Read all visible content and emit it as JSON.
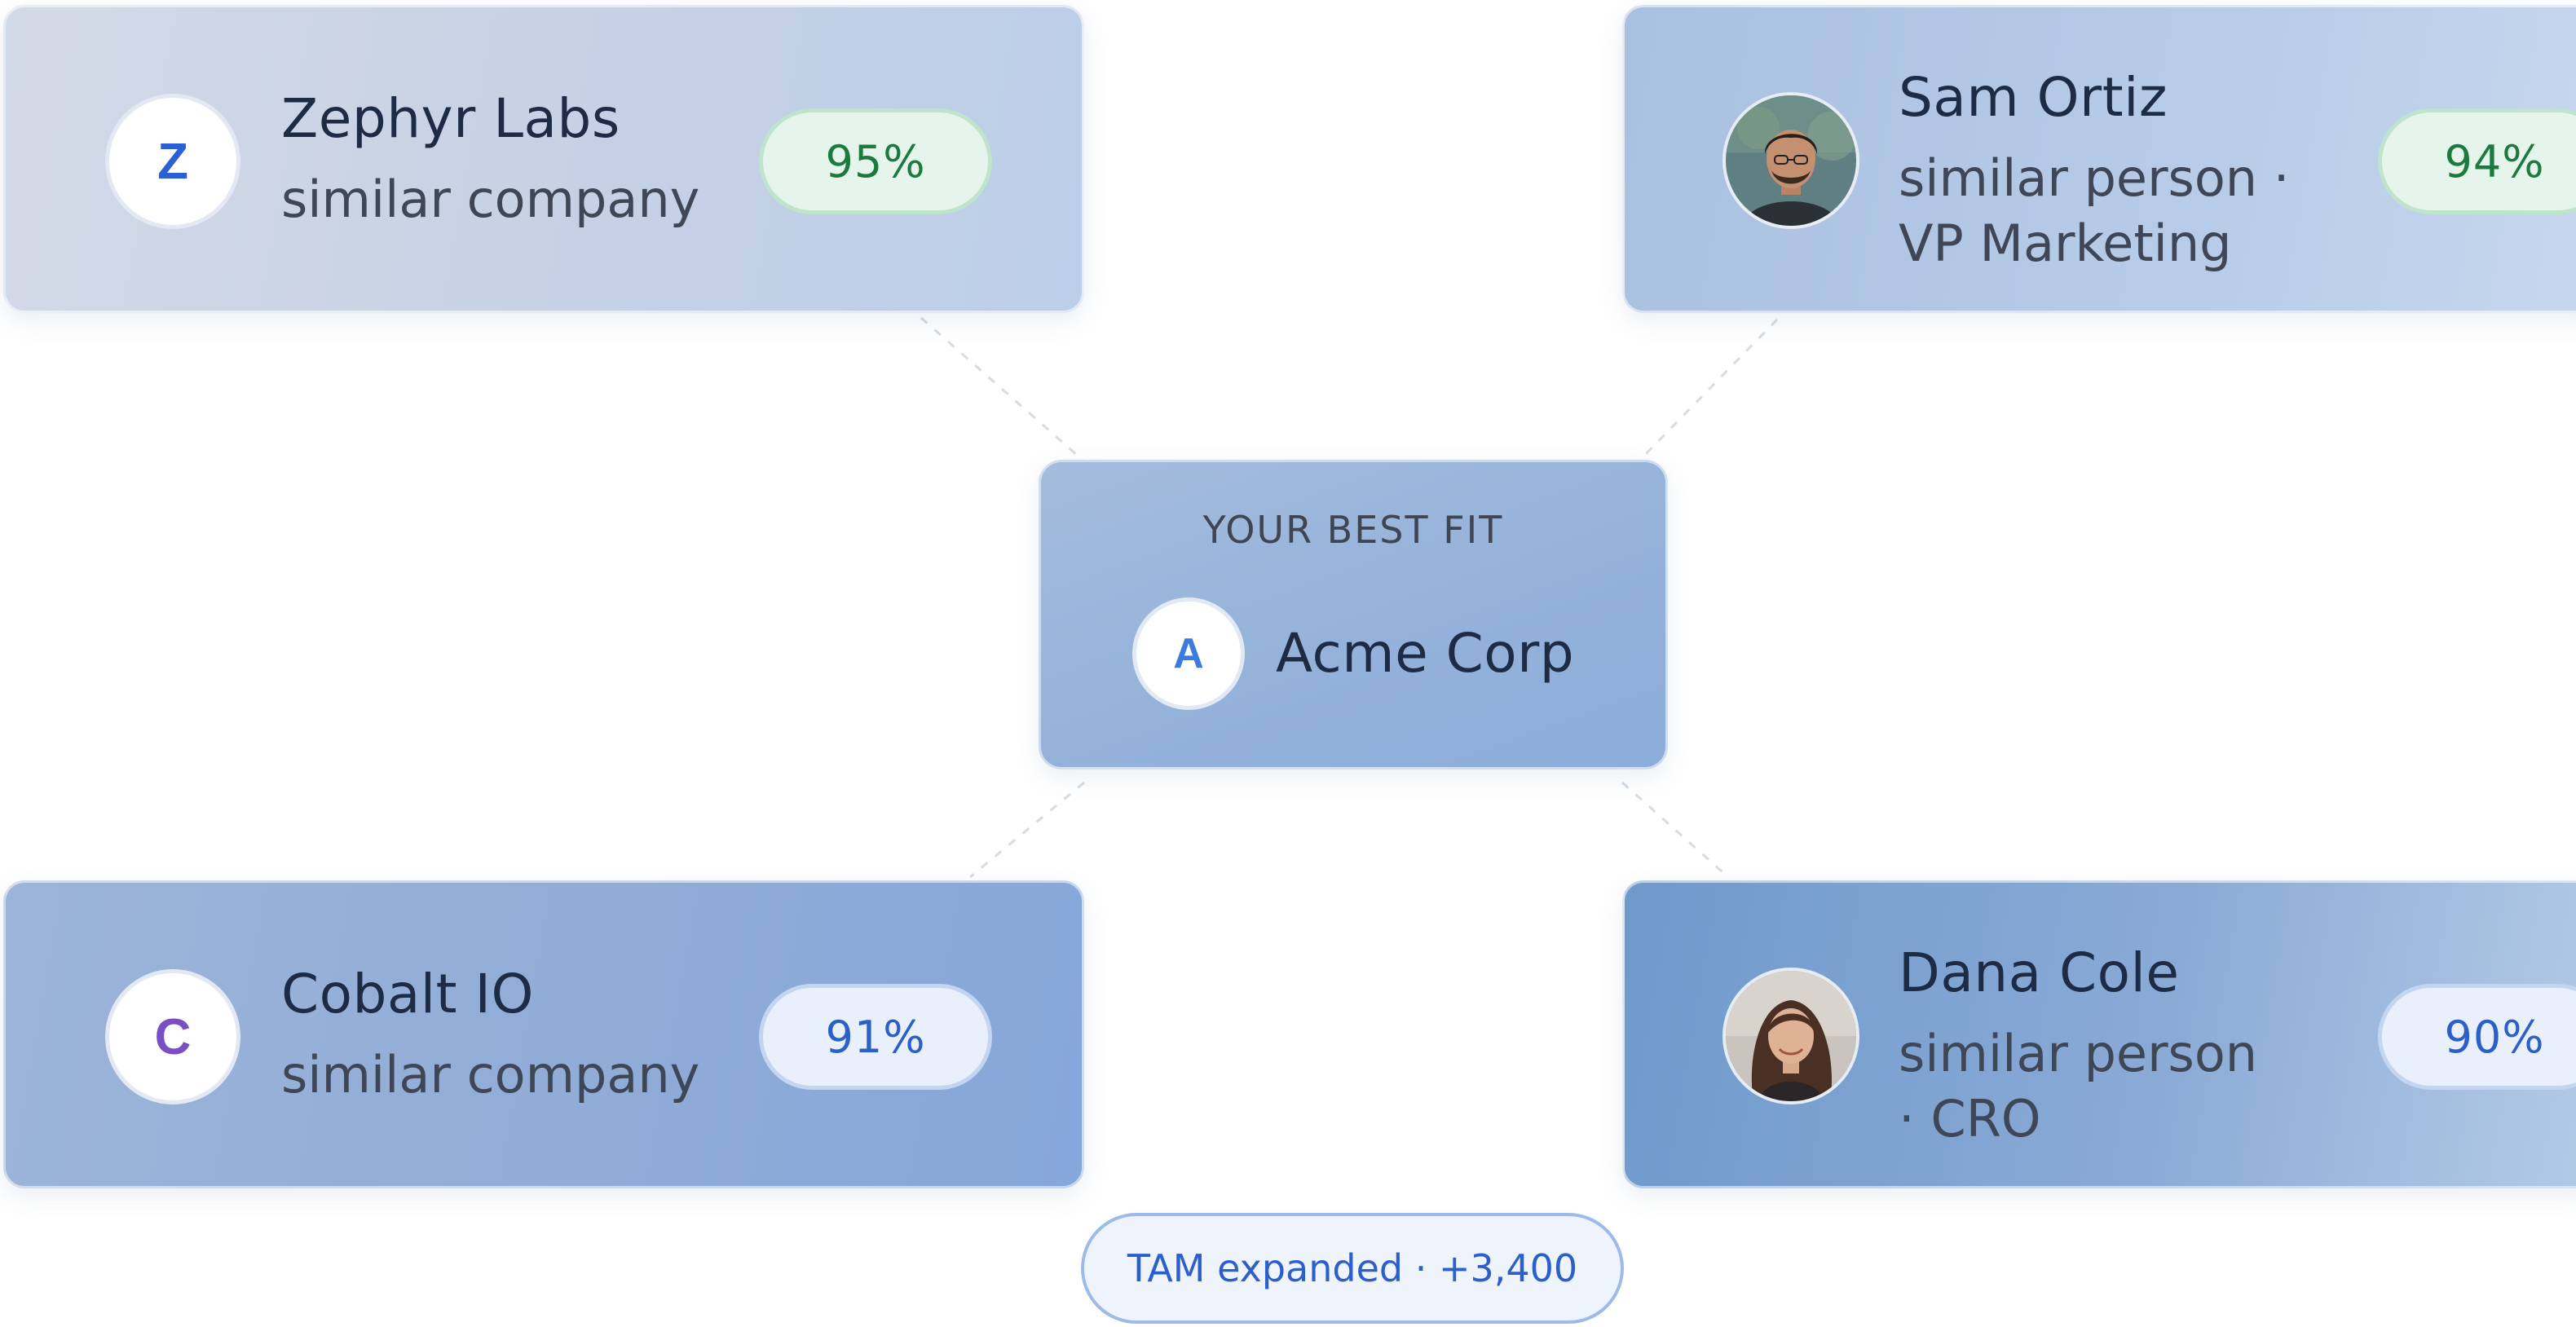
{
  "center": {
    "eyebrow": "YOUR BEST FIT",
    "logo_letter": "A",
    "name": "Acme Corp"
  },
  "matches": {
    "zephyr": {
      "logo_letter": "Z",
      "name": "Zephyr Labs",
      "subtitle": "similar company",
      "score": "95%"
    },
    "sam": {
      "name": "Sam Ortiz",
      "subtitle_line1": "similar person ·",
      "subtitle_line2": "VP Marketing",
      "score": "94%"
    },
    "cobalt": {
      "logo_letter": "C",
      "name": "Cobalt IO",
      "subtitle": "similar company",
      "score": "91%"
    },
    "dana": {
      "name": "Dana Cole",
      "subtitle_line1": "similar person",
      "subtitle_line2": "· CRO",
      "score": "90%"
    }
  },
  "tam_badge": "TAM expanded · +3,400",
  "colors": {
    "score_high_text": "#1c7a3e",
    "score_high_bg": "#e6f5ec",
    "score_mid_text": "#2b5fc9",
    "score_mid_bg": "#e9f0fb",
    "logo_z": "#2a5fd6",
    "logo_a": "#3b7be0",
    "logo_c": "#7a4fc4"
  }
}
